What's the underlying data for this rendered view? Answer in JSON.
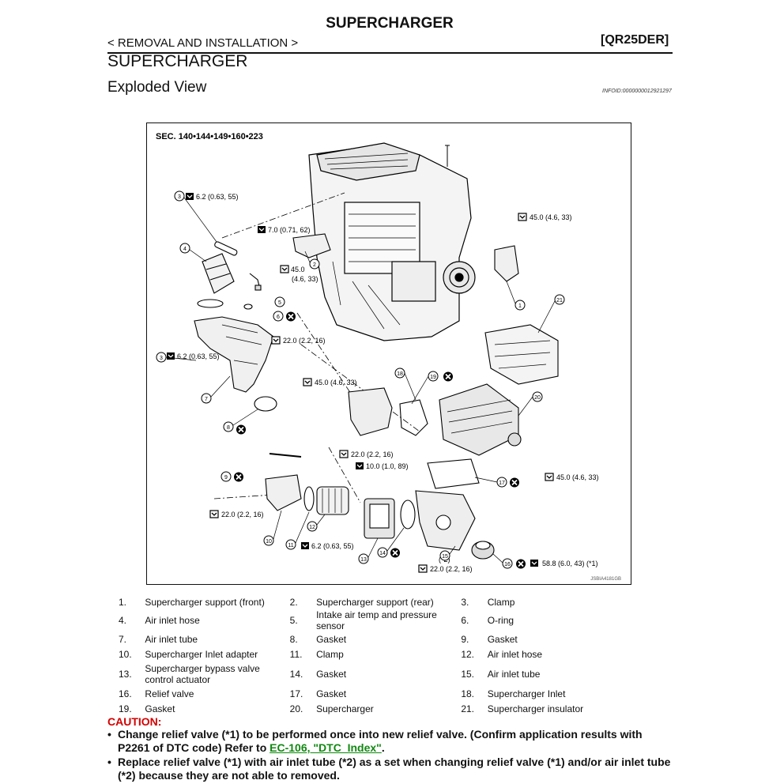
{
  "header": {
    "title": "SUPERCHARGER",
    "left": "< REMOVAL AND INSTALLATION >",
    "right": "[QR25DER]"
  },
  "section_title": "SUPERCHARGER",
  "subsection_title": "Exploded View",
  "infoid": "INFOID:0000000012921297",
  "figure": {
    "sec": "SEC. 140•144•149•160•223",
    "code": "JSBIA4181GB",
    "torques": {
      "t1": "6.2 (0.63, 55)",
      "t2": "7.0 (0.71, 62)",
      "t3a": "45.0",
      "t3b": "(4.6, 33)",
      "t4": "45.0 (4.6, 33)",
      "t5": "22.0 (2.2, 16)",
      "t6": "6.2 (0.63, 55)",
      "t7": "45.0 (4.6, 33)",
      "t8": "22.0 (2.2, 16)",
      "t9": "10.0 (1.0, 89)",
      "t10": "45.0 (4.6, 33)",
      "t11": "22.0 (2.2, 16)",
      "t12": "6.2 (0.63, 55)",
      "t13": "22.0 (2.2, 16)",
      "t14": "58.8 (6.0, 43) (*1)",
      "star2": "(*2)"
    },
    "callouts": {
      "c1": "1",
      "c2": "2",
      "c3a": "3",
      "c3b": "3",
      "c4": "4",
      "c5": "5",
      "c6": "6",
      "c7": "7",
      "c8": "8",
      "c9": "9",
      "c10": "10",
      "c11": "11",
      "c12": "12",
      "c13": "13",
      "c14": "14",
      "c15": "15",
      "c16": "16",
      "c17": "17",
      "c18": "18",
      "c19": "19",
      "c20": "20",
      "c21": "21"
    }
  },
  "legend": [
    [
      {
        "n": "1.",
        "t": "Supercharger support (front)"
      },
      {
        "n": "2.",
        "t": "Supercharger support (rear)"
      },
      {
        "n": "3.",
        "t": "Clamp"
      }
    ],
    [
      {
        "n": "4.",
        "t": "Air inlet hose"
      },
      {
        "n": "5.",
        "t": "Intake air temp and pressure sensor"
      },
      {
        "n": "6.",
        "t": "O-ring"
      }
    ],
    [
      {
        "n": "7.",
        "t": "Air inlet tube"
      },
      {
        "n": "8.",
        "t": "Gasket"
      },
      {
        "n": "9.",
        "t": "Gasket"
      }
    ],
    [
      {
        "n": "10.",
        "t": "Supercharger Inlet adapter"
      },
      {
        "n": "11.",
        "t": "Clamp"
      },
      {
        "n": "12.",
        "t": "Air inlet hose"
      }
    ],
    [
      {
        "n": "13.",
        "t": "Supercharger bypass valve control actuator"
      },
      {
        "n": "14.",
        "t": "Gasket"
      },
      {
        "n": "15.",
        "t": "Air inlet tube"
      }
    ],
    [
      {
        "n": "16.",
        "t": "Relief valve"
      },
      {
        "n": "17.",
        "t": "Gasket"
      },
      {
        "n": "18.",
        "t": "Supercharger Inlet"
      }
    ],
    [
      {
        "n": "19.",
        "t": "Gasket"
      },
      {
        "n": "20.",
        "t": "Supercharger"
      },
      {
        "n": "21.",
        "t": "Supercharger insulator"
      }
    ]
  ],
  "caution": {
    "heading": "CAUTION:",
    "bullet": "•",
    "item1_text": "Change relief valve (*1) to be performed once into new relief valve. (Confirm application results with P2261 of DTC code) Refer to ",
    "item1_link": "EC-106, \"DTC_Index\"",
    "item1_end": ".",
    "item2_text": "Replace relief valve (*1) with air inlet tube (*2) as a set when changing relief valve (*1) and/or air inlet tube (*2) because they are not able to removed."
  }
}
